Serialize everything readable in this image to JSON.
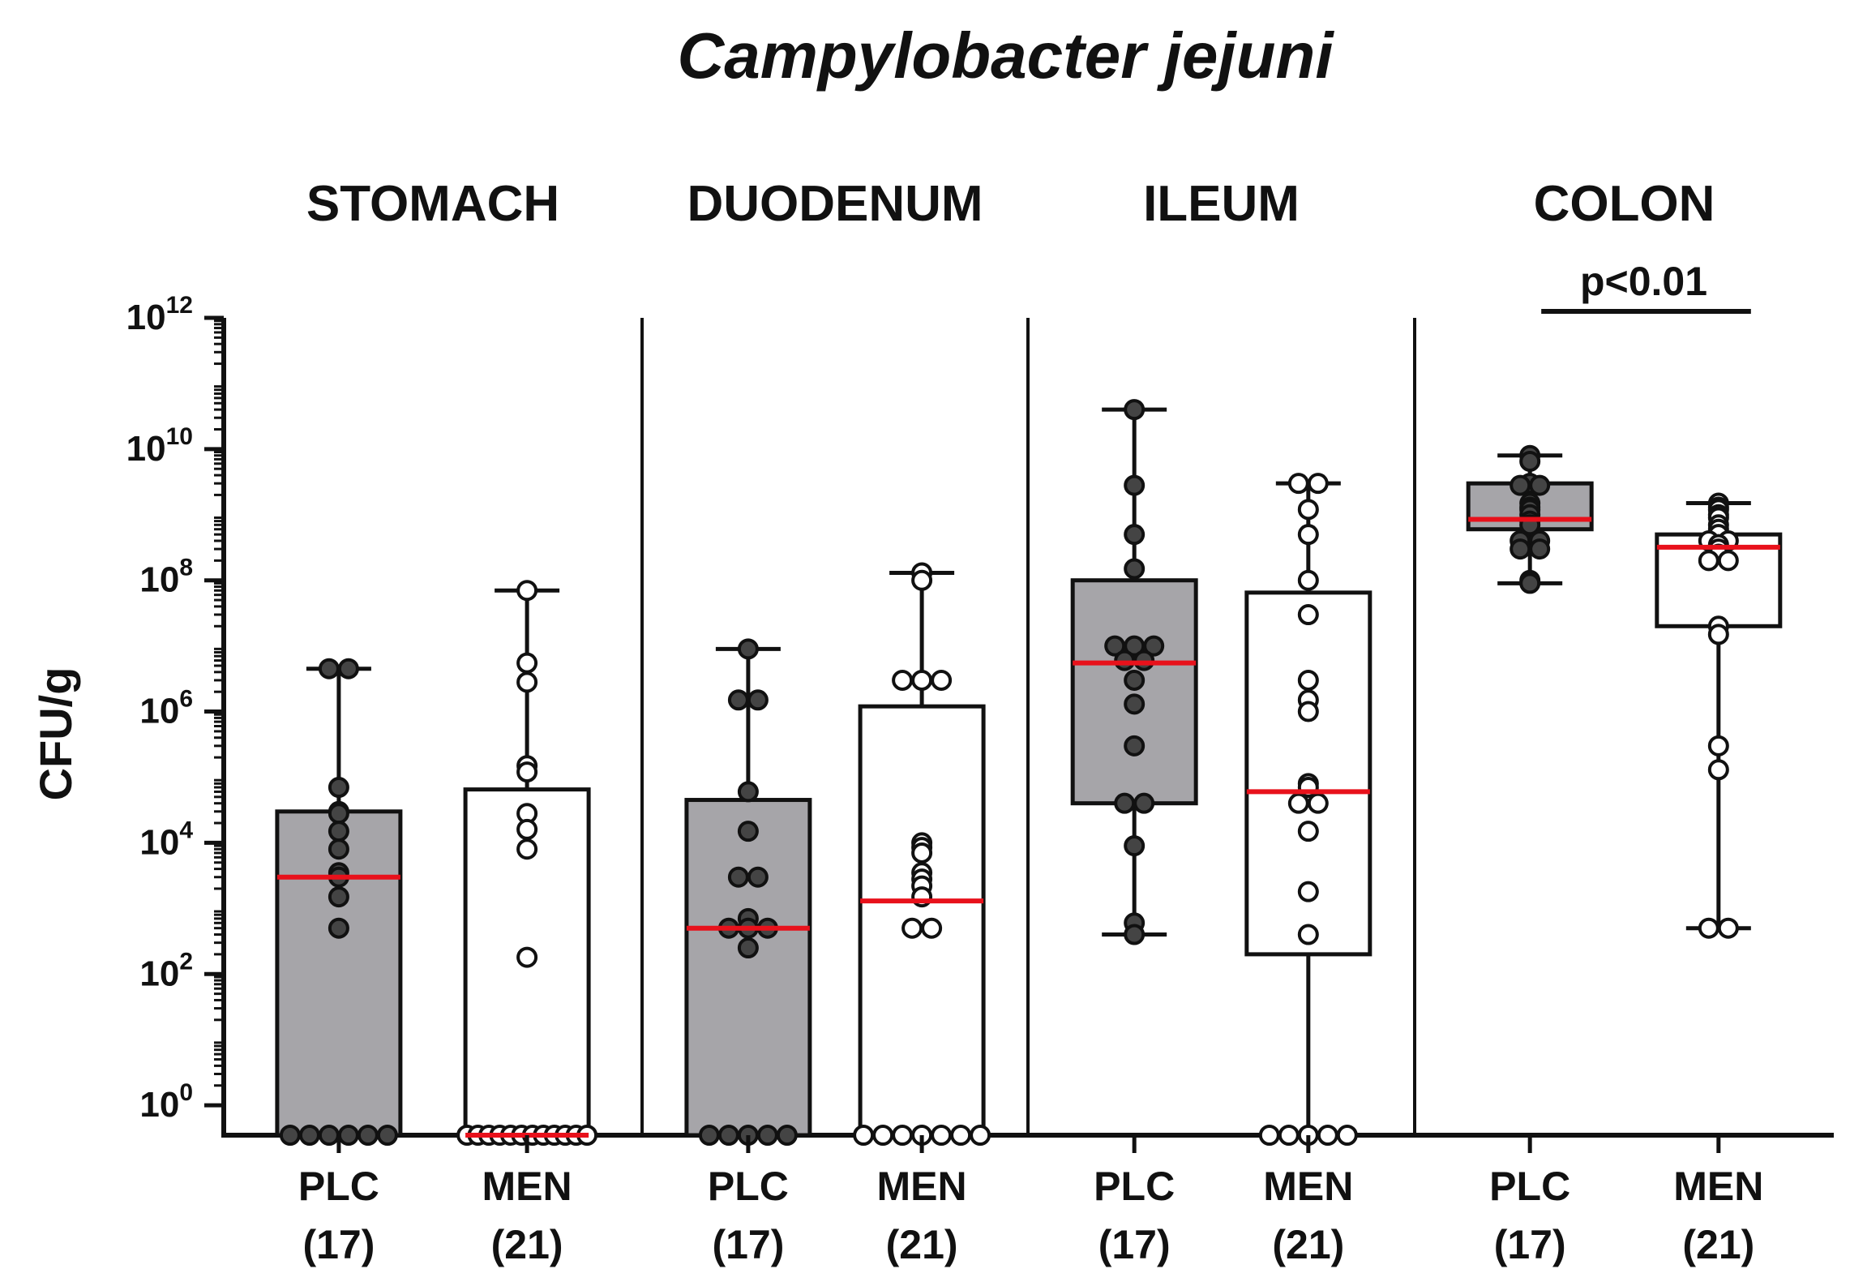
{
  "chart_data": {
    "type": "box",
    "title": "Campylobacter jejuni",
    "ylabel": "CFU/g",
    "yscale": "log10",
    "ylim": [
      0.35,
      1000000000000.0
    ],
    "yticks": [
      {
        "base": "10",
        "exp": "12",
        "value": 1000000000000.0
      },
      {
        "base": "10",
        "exp": "10",
        "value": 10000000000.0
      },
      {
        "base": "10",
        "exp": "8",
        "value": 100000000.0
      },
      {
        "base": "10",
        "exp": "6",
        "value": 1000000.0
      },
      {
        "base": "10",
        "exp": "4",
        "value": 10000.0
      },
      {
        "base": "10",
        "exp": "2",
        "value": 100.0
      },
      {
        "base": "10",
        "exp": "0",
        "value": 1
      }
    ],
    "colors": {
      "placebo_fill": "#a6a5a9",
      "placebo_point": "#444444",
      "median": "#e8111b",
      "axis": "#111111"
    },
    "panels": [
      {
        "name": "STOMACH",
        "groups": [
          {
            "label": "PLC",
            "n": "(17)",
            "fill": "gray",
            "min": 0.35,
            "q1": 0.35,
            "median": 3000,
            "q3": 30000,
            "max": 4500000,
            "points": [
              4500000,
              4500000,
              70000,
              30000,
              28000,
              15000,
              8000,
              3500,
              3000,
              1500,
              500,
              0.35,
              0.35,
              0.35,
              0.35,
              0.35,
              0.35
            ]
          },
          {
            "label": "MEN",
            "n": "(21)",
            "fill": "white",
            "min": 0.35,
            "q1": 0.35,
            "median": 0.35,
            "q3": 65000,
            "max": 70000000,
            "points": [
              70000000,
              5500000,
              2800000,
              150000,
              120000,
              28000,
              16000,
              8000,
              180,
              0.35,
              0.35,
              0.35,
              0.35,
              0.35,
              0.35,
              0.35,
              0.35,
              0.35,
              0.35,
              0.35,
              0.35
            ]
          }
        ]
      },
      {
        "name": "DUODENUM",
        "groups": [
          {
            "label": "PLC",
            "n": "(17)",
            "fill": "gray",
            "min": 0.35,
            "q1": 0.35,
            "median": 500,
            "q3": 45000,
            "max": 9000000,
            "points": [
              9000000,
              1500000,
              1500000,
              60000,
              15000,
              3000,
              3000,
              700,
              500,
              500,
              500,
              250,
              0.35,
              0.35,
              0.35,
              0.35,
              0.35
            ]
          },
          {
            "label": "MEN",
            "n": "(21)",
            "fill": "white",
            "min": 0.35,
            "q1": 0.35,
            "median": 1300,
            "q3": 1200000,
            "max": 130000000,
            "points": [
              130000000,
              100000000,
              3000000,
              3000000,
              3000000,
              10000,
              8500,
              7000,
              3500,
              2800,
              2200,
              1500,
              500,
              500,
              0.35,
              0.35,
              0.35,
              0.35,
              0.35,
              0.35,
              0.35
            ]
          }
        ]
      },
      {
        "name": "ILEUM",
        "groups": [
          {
            "label": "PLC",
            "n": "(17)",
            "fill": "gray",
            "min": 400,
            "q1": 40000,
            "median": 5500000,
            "q3": 100000000,
            "max": 40000000000,
            "points": [
              40000000000,
              2800000000,
              500000000,
              150000000,
              10000000,
              10000000,
              10000000,
              6000000,
              6000000,
              3000000,
              1300000,
              300000,
              40000,
              40000,
              9000,
              600,
              400
            ]
          },
          {
            "label": "MEN",
            "n": "(21)",
            "fill": "white",
            "min": 0.35,
            "q1": 200,
            "median": 60000,
            "q3": 65000000,
            "max": 3000000000,
            "points": [
              3000000000,
              3000000000,
              1200000000,
              500000000,
              100000000,
              30000000,
              3000000,
              1500000,
              1000000,
              80000,
              70000,
              40000,
              40000,
              15000,
              1800,
              400,
              0.35,
              0.35,
              0.35,
              0.35,
              0.35
            ]
          }
        ]
      },
      {
        "name": "COLON",
        "groups": [
          {
            "label": "PLC",
            "n": "(17)",
            "fill": "gray",
            "min": 90000000,
            "q1": 600000000,
            "median": 850000000,
            "q3": 3000000000,
            "max": 8000000000,
            "points": [
              8000000000,
              6500000000,
              3000000000,
              2800000000,
              2800000000,
              1500000000,
              1300000000,
              1200000000,
              1000000000,
              800000000,
              700000000,
              400000000,
              400000000,
              300000000,
              300000000,
              100000000,
              90000000
            ]
          },
          {
            "label": "MEN",
            "n": "(21)",
            "fill": "white",
            "min": 500,
            "q1": 20000000,
            "median": 320000000,
            "q3": 500000000,
            "max": 1500000000,
            "points": [
              1500000000,
              1300000000,
              1200000000,
              1000000000,
              900000000,
              700000000,
              600000000,
              500000000,
              400000000,
              400000000,
              350000000,
              300000000,
              250000000,
              200000000,
              200000000,
              20000000,
              15000000,
              300000,
              130000,
              500,
              500
            ]
          }
        ]
      }
    ],
    "annotations": [
      {
        "panel": "COLON",
        "text": "p<0.01"
      }
    ]
  }
}
